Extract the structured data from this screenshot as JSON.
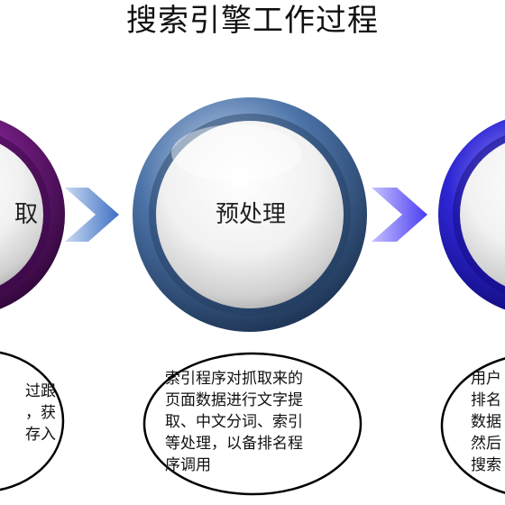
{
  "title": "搜索引擎工作过程",
  "stages": {
    "left": {
      "label": "取",
      "description": [
        "过跟",
        "，获",
        "存入"
      ]
    },
    "center": {
      "label": "预处理",
      "description": [
        "索引程序对抓取来的",
        "页面数据进行文字提",
        "取、中文分词、索引",
        "等处理，以备排名程",
        "序调用"
      ]
    },
    "right": {
      "label": "",
      "description": [
        "用户",
        "排名",
        "数据",
        "然后",
        "搜索"
      ]
    }
  },
  "colors": {
    "left_ring": "#6a1a7a",
    "center_ring": "#3f6596",
    "right_ring": "#2a22c8",
    "arrow_left": "#3f6fc4",
    "arrow_right": "#4a3df0"
  }
}
